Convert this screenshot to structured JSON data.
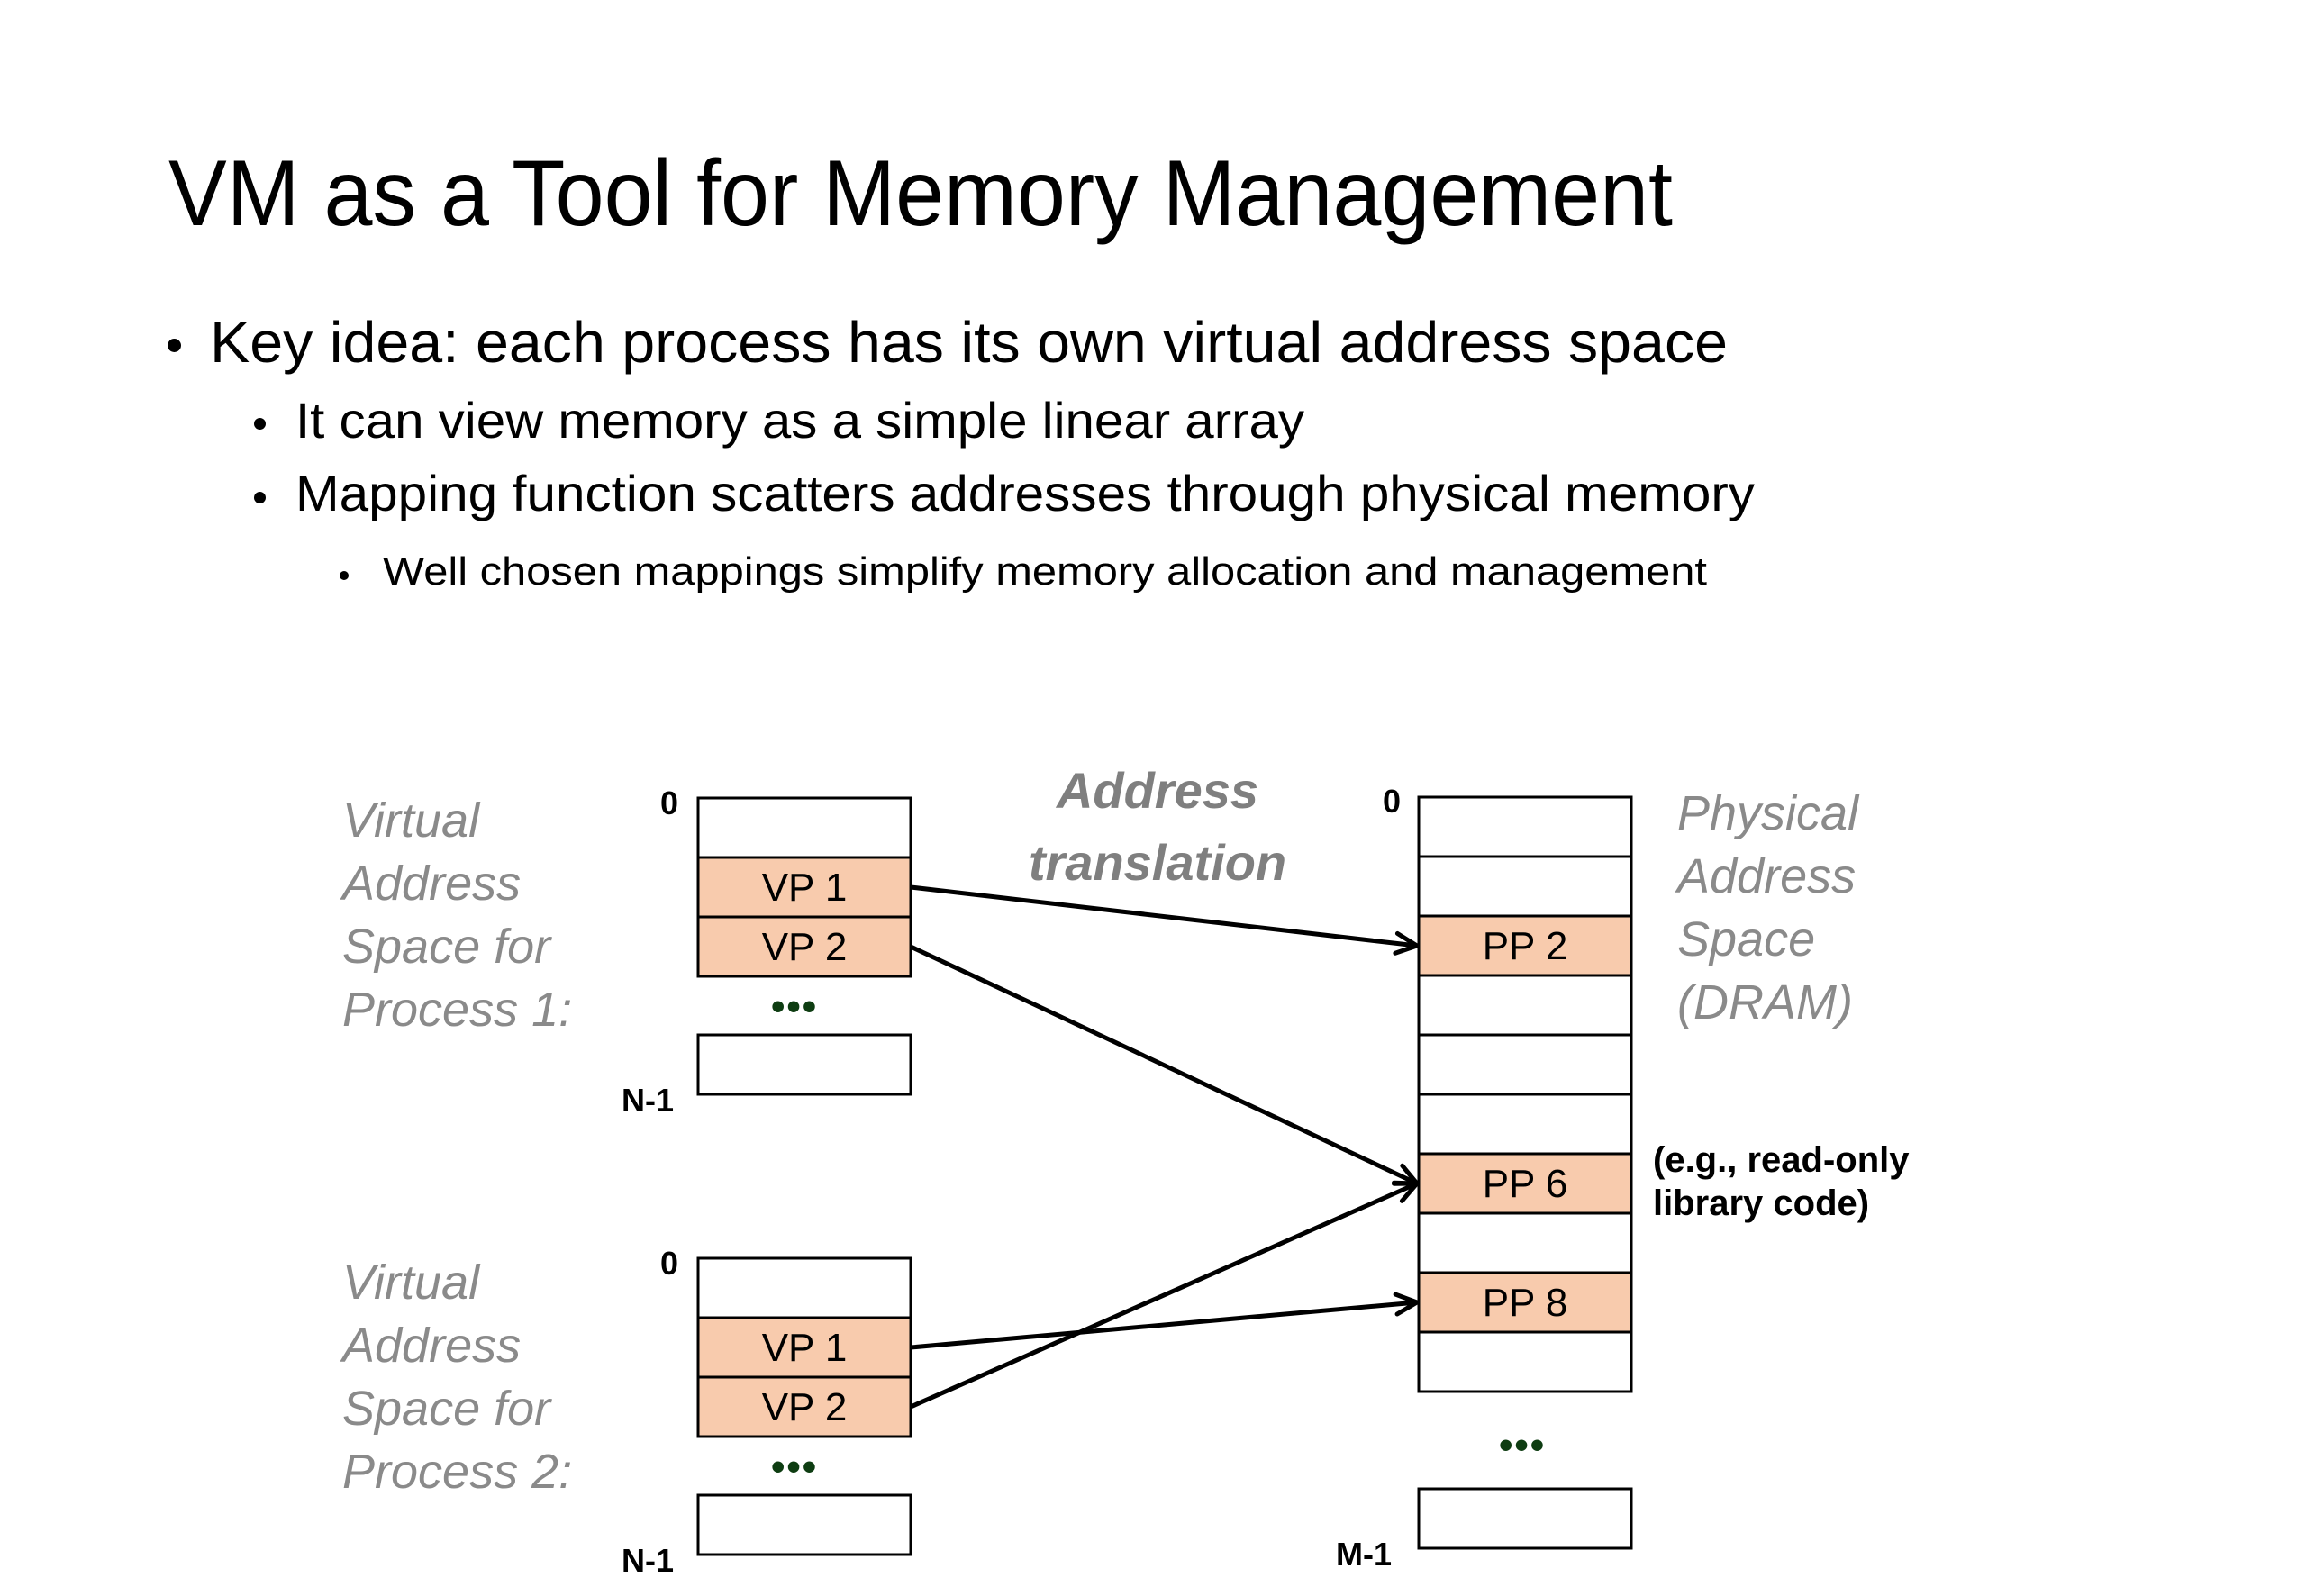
{
  "slide": {
    "title": "VM as a Tool for Memory Management",
    "bullets": [
      {
        "level": 1,
        "text": "Key idea: each process has its own virtual address space"
      },
      {
        "level": 2,
        "text": "It can view memory as a simple linear array"
      },
      {
        "level": 2,
        "text": "Mapping function scatters addresses through physical memory"
      },
      {
        "level": 3,
        "text": "Well chosen mappings simplify memory allocation and management"
      }
    ]
  },
  "diagram": {
    "colors": {
      "page_fill": "#f8cbad",
      "empty_fill": "#ffffff",
      "label_gray": "#8a8a8a",
      "dots_green": "#0e3d12",
      "line": "#000000"
    },
    "ellipsis": "•••",
    "translation_label": [
      "Address",
      "translation"
    ],
    "process1": {
      "label": [
        "Virtual",
        "Address",
        "Space for",
        "Process 1:"
      ],
      "top_address": "0",
      "bottom_address": "N-1",
      "pages": [
        {
          "label": "",
          "mapped": false
        },
        {
          "label": "VP 1",
          "mapped": true
        },
        {
          "label": "VP 2",
          "mapped": true
        }
      ]
    },
    "process2": {
      "label": [
        "Virtual",
        "Address",
        "Space for",
        "Process 2:"
      ],
      "top_address": "0",
      "bottom_address": "N-1",
      "pages": [
        {
          "label": "",
          "mapped": false
        },
        {
          "label": "VP 1",
          "mapped": true
        },
        {
          "label": "VP 2",
          "mapped": true
        }
      ]
    },
    "physical": {
      "label": [
        "Physical",
        "Address",
        "Space",
        "(DRAM)"
      ],
      "top_address": "0",
      "bottom_address": "M-1",
      "pages": [
        {
          "label": "",
          "mapped": false
        },
        {
          "label": "",
          "mapped": false
        },
        {
          "label": "PP 2",
          "mapped": true
        },
        {
          "label": "",
          "mapped": false
        },
        {
          "label": "",
          "mapped": false
        },
        {
          "label": "",
          "mapped": false
        },
        {
          "label": "PP 6",
          "mapped": true
        },
        {
          "label": "",
          "mapped": false
        },
        {
          "label": "PP 8",
          "mapped": true
        },
        {
          "label": "",
          "mapped": false
        }
      ],
      "note": [
        "(e.g., read-only",
        "library code)"
      ]
    },
    "mappings": [
      {
        "from_process": 1,
        "from_page": "VP 1",
        "to_page": "PP 2"
      },
      {
        "from_process": 1,
        "from_page": "VP 2",
        "to_page": "PP 6"
      },
      {
        "from_process": 2,
        "from_page": "VP 1",
        "to_page": "PP 8"
      },
      {
        "from_process": 2,
        "from_page": "VP 2",
        "to_page": "PP 6"
      }
    ]
  }
}
